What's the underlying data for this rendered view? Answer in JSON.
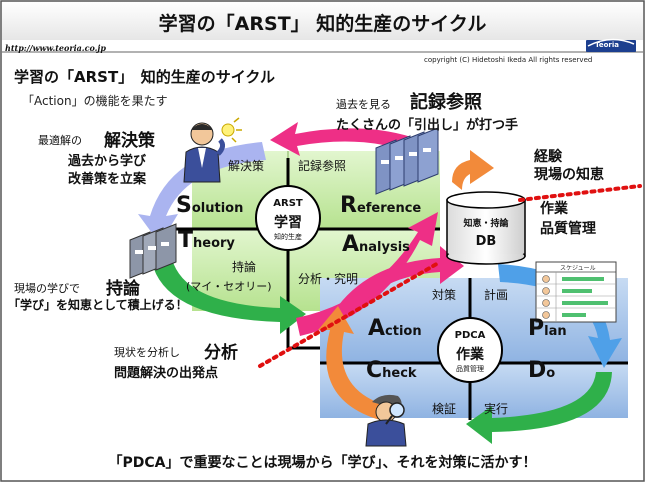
{
  "header": {
    "title": "学習の「ARST」 知的生産のサイクル",
    "url": "http://www.teoria.co.jp",
    "copyright": "copyright (C)  Hidetoshi  Ikeda  All rights reserved",
    "logo": "Teoria"
  },
  "left": {
    "subtitle": "学習の「ARST」　知的生産のサイクル",
    "action_note": "「Action」の機能を果たす",
    "optimal_prefix": "最適解の",
    "optimal_big": "解決策",
    "optimal_line1": "過去から学び",
    "optimal_line2": "改善策を立案",
    "jiron_prefix": "現場の学びで",
    "jiron_big": "持論",
    "jiron_line": "「学び」を知恵として積上げる！",
    "analysis_prefix": "現状を分析し",
    "analysis_big": "分析",
    "analysis_line": "問題解決の出発点"
  },
  "right": {
    "record_prefix": "過去を見る",
    "record_big": "記録参照",
    "record_line": "たくさんの「引出し」が打つ手",
    "experience_line1": "経験",
    "experience_line2": "現場の知恵",
    "work_line1": "作業",
    "work_line2": "品質管理"
  },
  "arst": {
    "s_initial": "S",
    "s_rest": "olution",
    "t_initial": "T",
    "t_rest": "heory",
    "r_initial": "R",
    "r_rest": "eference",
    "a_initial": "A",
    "a_rest": "nalysis",
    "jp_solution": "解決策",
    "jp_reference": "記録参照",
    "jp_theory": "持論",
    "jp_theory_reading": "(マイ・セオリー)",
    "jp_analysis": "分析・究明",
    "center_line1": "ARST",
    "center_line2": "学習",
    "center_line3": "知的生産"
  },
  "db": {
    "line1": "知恵・持論",
    "line2": "DB"
  },
  "pdca": {
    "a_initial": "A",
    "a_rest": "ction",
    "c_initial": "C",
    "c_rest": "heck",
    "p_initial": "P",
    "p_rest": "lan",
    "d_initial": "D",
    "d_rest": "o",
    "jp_action": "対策",
    "jp_plan": "計画",
    "jp_check": "検証",
    "jp_do": "実行",
    "center_line1": "PDCA",
    "center_line2": "作業",
    "center_line3": "品質管理",
    "schedule_title": "スケジュール"
  },
  "footer": "「PDCA」で重要なことは現場から「学び」、それを対策に活かす！",
  "colors": {
    "arst_quadrant": "#c9ecad",
    "pdca_quadrant": "#a8c6ea",
    "arrow_magenta": "#ee2f86",
    "arrow_green": "#2fb04a",
    "arrow_lavender": "#aab4f0",
    "arrow_orange": "#f28a3a",
    "arrow_blue": "#4fa0e8",
    "dotted_red": "#e01010"
  }
}
